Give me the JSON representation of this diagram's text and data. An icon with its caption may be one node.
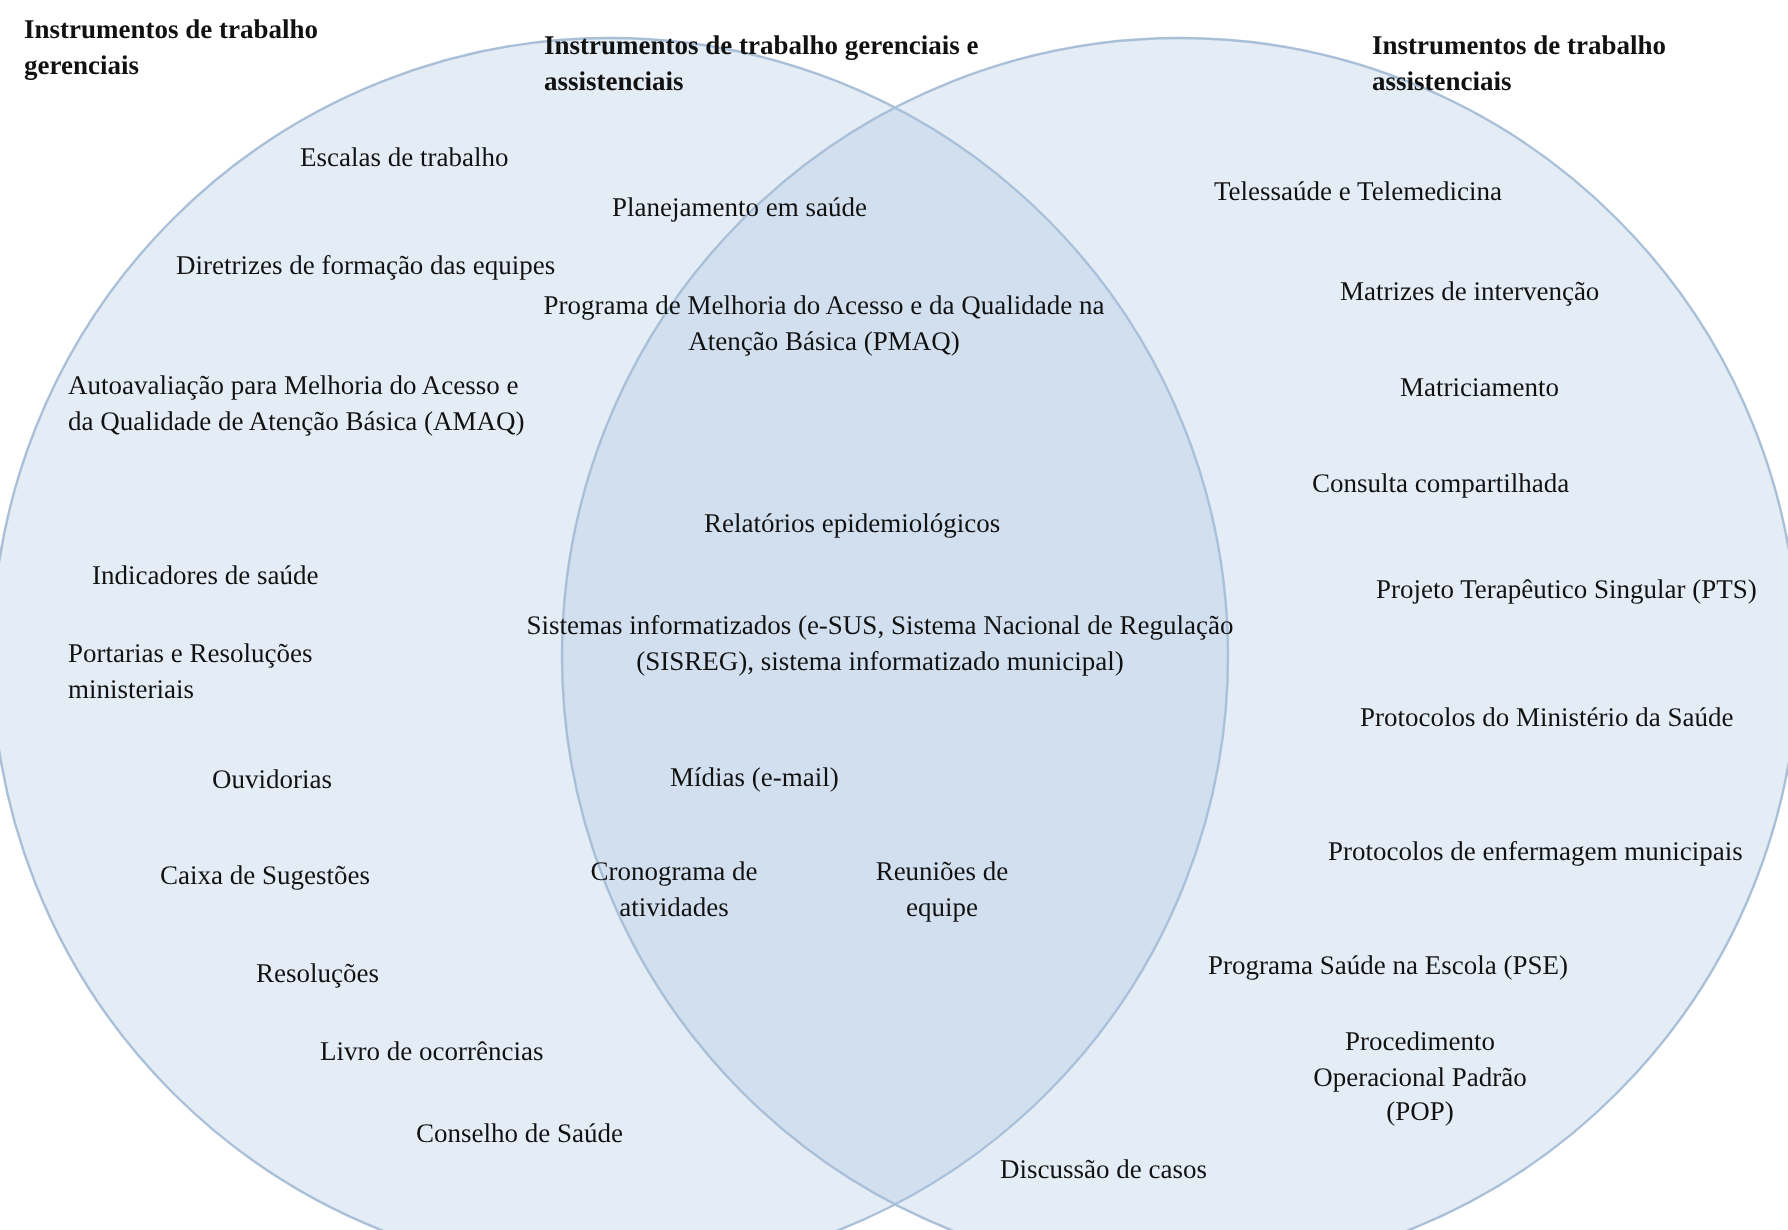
{
  "diagram": {
    "nodes": [
      {
        "text": [
          "Instrumentos de trabalho gerenciais",
          "Escalas de trabalho",
          "Diretrizes de formação das equipes",
          "Autoavaliação para Melhoria do Acesso e da Qualidade de Atenção Básica (AMAQ)",
          "Indicadores de saúde",
          "Portarias e Resoluções ministeriais",
          "Ouvidorias",
          "Caixa de Sugestões",
          "Resoluções",
          "Livro de ocorrências",
          "Conselho de Saúde"
        ]
      },
      {
        "text": [
          "Instrumentos de trabalho assistenciais",
          "Telessaúde e Telemedicina",
          "Matrizes de intervenção",
          "Matriciamento",
          "Consulta compartilhada",
          "Projeto Terapêutico Singular (PTS)",
          "Protocolos do Ministério da Saúde",
          "Protocolos de enfermagem municipais",
          "Programa Saúde na Escola (PSE)",
          "Procedimento Operacional Padrão (POP)",
          "Discussão de casos"
        ]
      }
    ],
    "edges": [],
    "labels": [
      "Instrumentos de trabalho gerenciais e assistenciais",
      "Planejamento em saúde",
      "Programa de Melhoria do Acesso e da Qualidade na Atenção Básica (PMAQ)",
      "Relatórios epidemiológicos",
      "Sistemas informatizados (e-SUS, Sistema Nacional de Regulação (SISREG), sistema informatizado municipal)",
      "Mídias (e-mail)",
      "Cronograma de atividades",
      "Reuniões de equipe"
    ]
  }
}
